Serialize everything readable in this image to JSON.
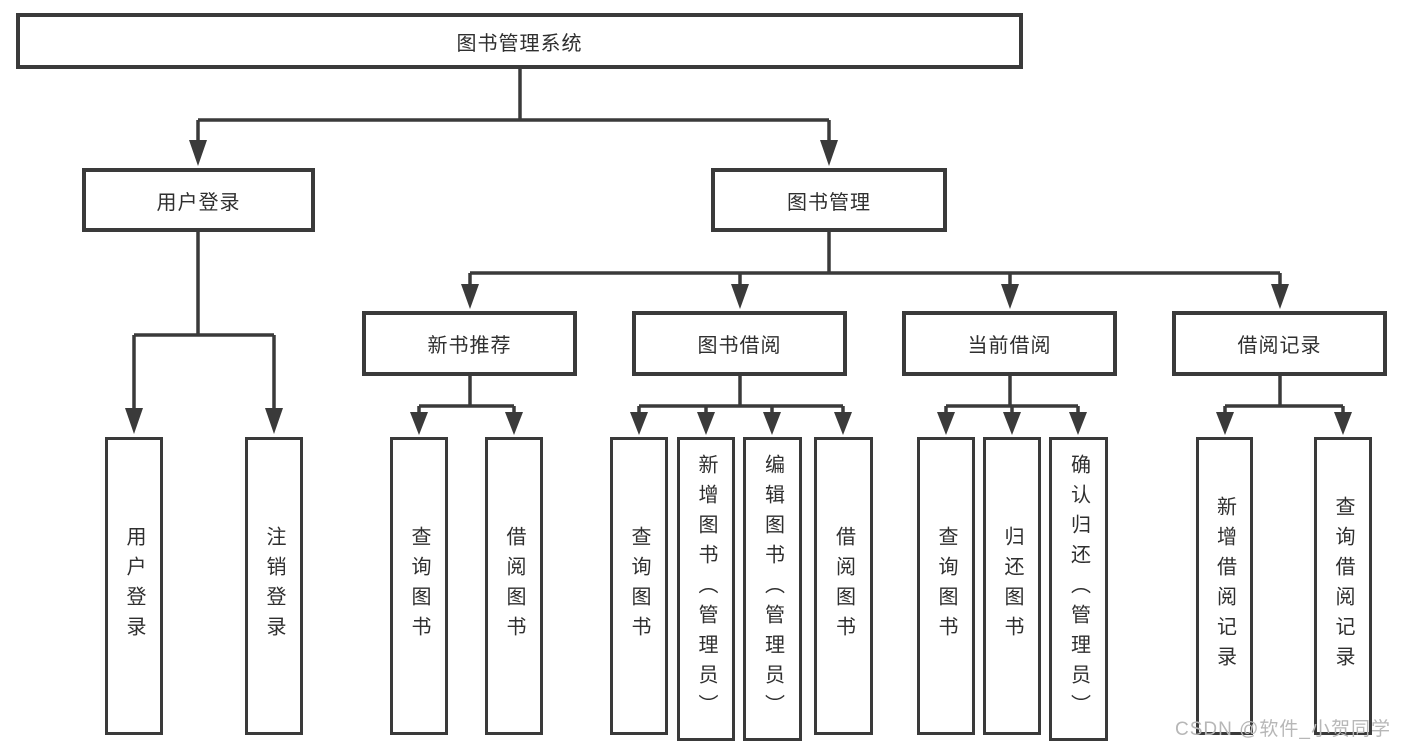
{
  "tree": {
    "root": {
      "label": "图书管理系统"
    },
    "user_login": {
      "label": "用户登录",
      "children": [
        {
          "label": "用户登录"
        },
        {
          "label": "注销登录"
        }
      ]
    },
    "book_mgmt": {
      "label": "图书管理",
      "children": [
        {
          "label": "新书推荐",
          "children": [
            {
              "label": "查询图书"
            },
            {
              "label": "借阅图书"
            }
          ]
        },
        {
          "label": "图书借阅",
          "children": [
            {
              "label": "查询图书"
            },
            {
              "label": "新增图书（管理员）"
            },
            {
              "label": "编辑图书（管理员）"
            },
            {
              "label": "借阅图书"
            }
          ]
        },
        {
          "label": "当前借阅",
          "children": [
            {
              "label": "查询图书"
            },
            {
              "label": "归还图书"
            },
            {
              "label": "确认归还（管理员）"
            }
          ]
        },
        {
          "label": "借阅记录",
          "children": [
            {
              "label": "新增借阅记录"
            },
            {
              "label": "查询借阅记录"
            }
          ]
        }
      ]
    }
  },
  "watermark": "CSDN @软件_小贺同学",
  "colors": {
    "line": "#3a3a3a",
    "text": "#2f2f2f",
    "watermark": "#b7b7b7",
    "background": "#ffffff"
  }
}
